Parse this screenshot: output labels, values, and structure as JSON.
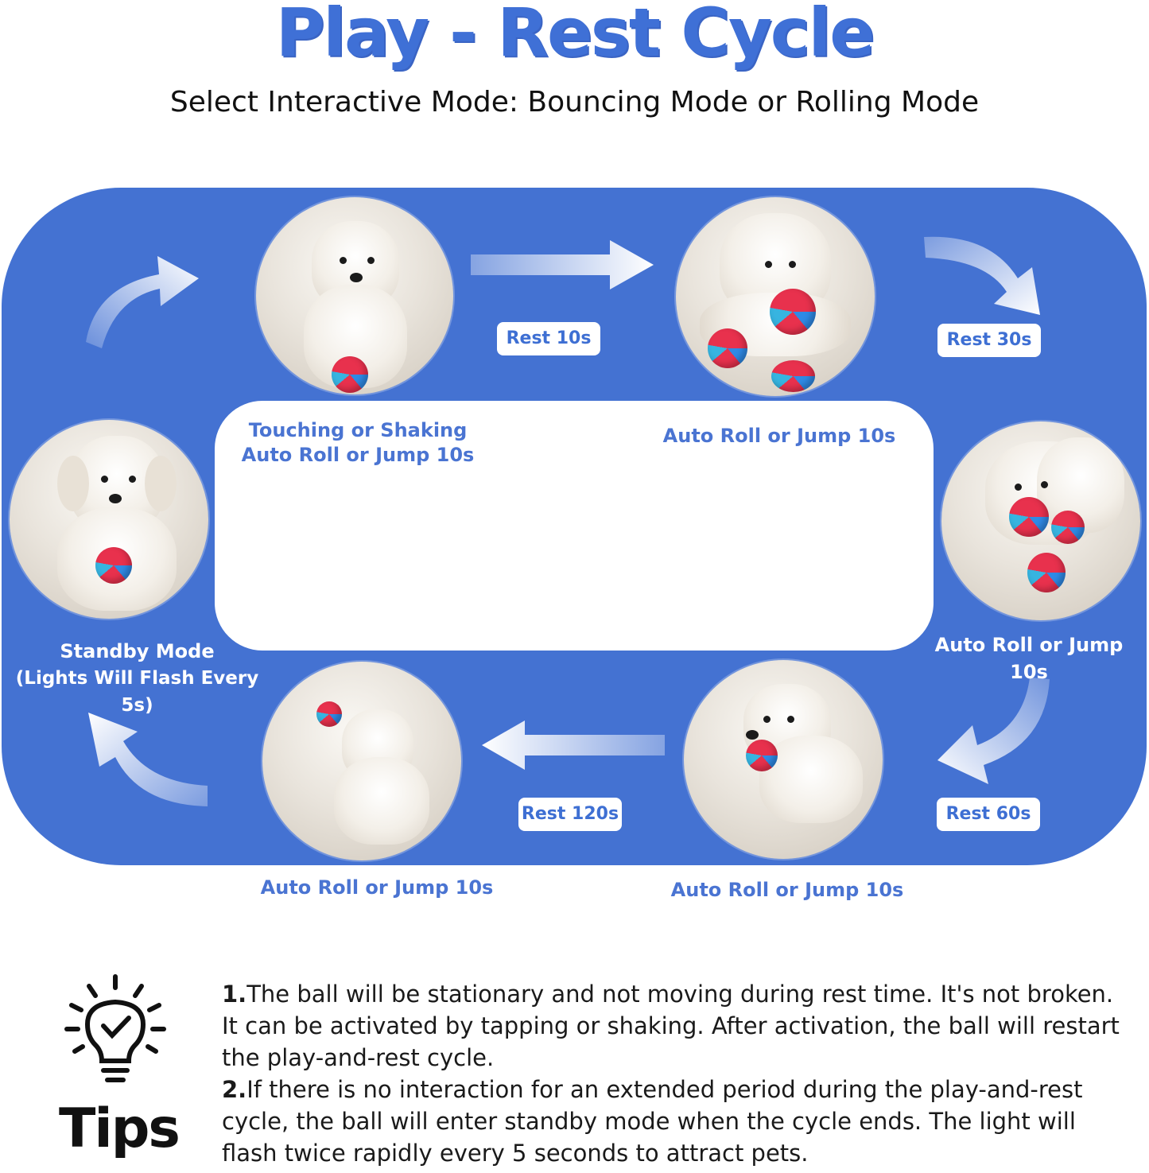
{
  "header": {
    "title": "Play - Rest Cycle",
    "subtitle": "Select Interactive Mode: Bouncing Mode or Rolling Mode"
  },
  "cycle": {
    "steps": [
      {
        "label_line1": "Touching or Shaking",
        "label_line2": "Auto Roll or Jump 10s"
      },
      {
        "label": "Auto Roll or Jump 10s"
      },
      {
        "label": "Auto Roll or Jump 10s"
      },
      {
        "label": "Auto Roll or Jump 10s"
      },
      {
        "label": "Auto Roll or Jump 10s"
      }
    ],
    "standby": {
      "line1": "Standby Mode",
      "line2": "(Lights Will Flash Every 5s)"
    },
    "rests": [
      "Rest 10s",
      "Rest 30s",
      "Rest 60s",
      "Rest 120s"
    ]
  },
  "tips": {
    "heading": "Tips",
    "icon": "lightbulb-check-icon",
    "items": [
      {
        "number": "1.",
        "text": "The ball will be stationary and not moving during rest time. It's not broken. It can be activated by tapping or shaking. After activation, the ball will restart the play-and-rest cycle."
      },
      {
        "number": "2.",
        "text": "If there is no interaction for an extended period during the play-and-rest cycle, the ball will enter standby mode when the cycle ends. The light will flash twice rapidly every 5 seconds to attract pets."
      }
    ]
  },
  "colors": {
    "brand_blue": "#4472d2",
    "title_blue": "#3f70d6",
    "white": "#ffffff"
  }
}
